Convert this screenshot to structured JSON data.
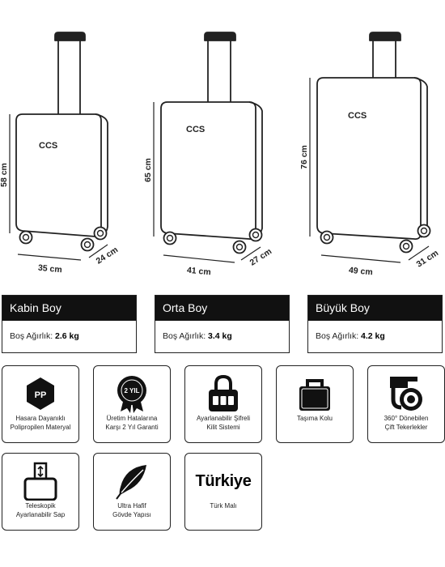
{
  "suitcases": [
    {
      "height_label": "58 cm",
      "width_label": "35 cm",
      "depth_label": "24 cm",
      "logo": "CCS"
    },
    {
      "height_label": "65 cm",
      "width_label": "41 cm",
      "depth_label": "27 cm",
      "logo": "CCS"
    },
    {
      "height_label": "76 cm",
      "width_label": "49 cm",
      "depth_label": "31 cm",
      "logo": "CCS"
    }
  ],
  "sizes": [
    {
      "title": "Kabin Boy",
      "weight_label": "Boş Ağırlık:",
      "weight_value": "2.6 kg"
    },
    {
      "title": "Orta Boy",
      "weight_label": "Boş Ağırlık:",
      "weight_value": "3.4 kg"
    },
    {
      "title": "Büyük Boy",
      "weight_label": "Boş Ağırlık:",
      "weight_value": "4.2 kg"
    }
  ],
  "features": [
    {
      "icon": "pp-badge-icon",
      "icon_text": "PP",
      "label": "Hasara Dayanıklı\nPolipropilen Materyal"
    },
    {
      "icon": "warranty-seal-icon",
      "icon_text": "2 YIL",
      "label": "Üretim Hatalarına\nKarşı 2 Yıl Garanti"
    },
    {
      "icon": "combination-lock-icon",
      "label": "Ayarlanabilir Şifreli\nKilit Sistemi"
    },
    {
      "icon": "carry-handle-icon",
      "label": "Taşıma Kolu"
    },
    {
      "icon": "spinner-wheel-icon",
      "label": "360° Dönebilen\nÇift Tekerlekler"
    },
    {
      "icon": "telescopic-handle-icon",
      "label": "Teleskopik\nAyarlanabilir Sap"
    },
    {
      "icon": "feather-icon",
      "label": "Ultra Hafif\nGövde Yapısı"
    },
    {
      "icon": "turkiye-text",
      "icon_text": "Türkiye",
      "label": "Türk Malı"
    }
  ]
}
